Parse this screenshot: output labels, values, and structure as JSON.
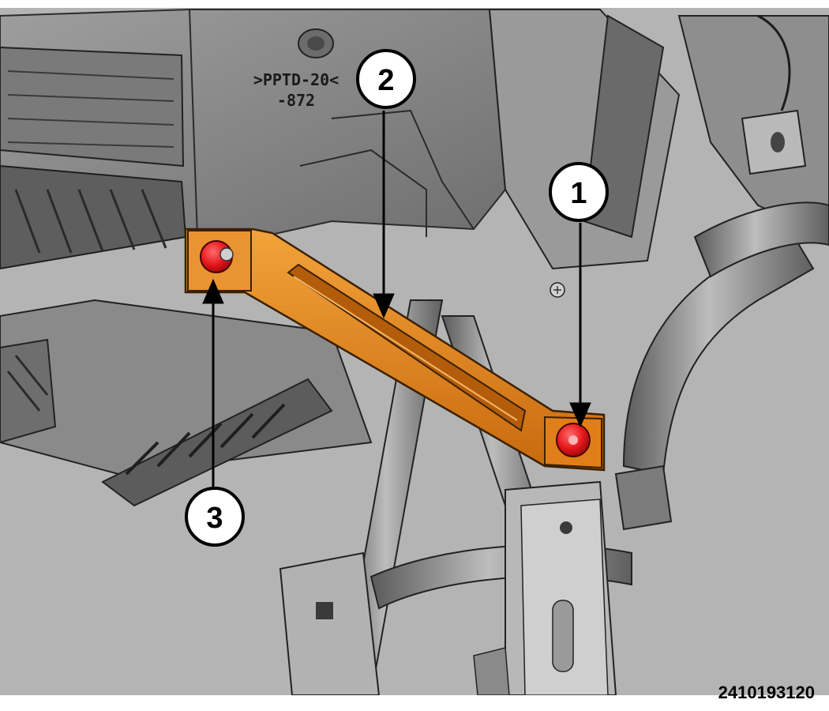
{
  "part_marking": {
    "line1": ">PPTD-20<",
    "line2": "-872"
  },
  "callouts": [
    {
      "number": "1",
      "target": "right fastener nut"
    },
    {
      "number": "2",
      "target": "support bracket"
    },
    {
      "number": "3",
      "target": "left fastener nut"
    }
  ],
  "figure_id": "2410193120",
  "colors": {
    "bracket": "#e8881c",
    "fastener": "#e3151a",
    "housing": "#8c8c8c",
    "background_structure": "#a9a9a9"
  }
}
